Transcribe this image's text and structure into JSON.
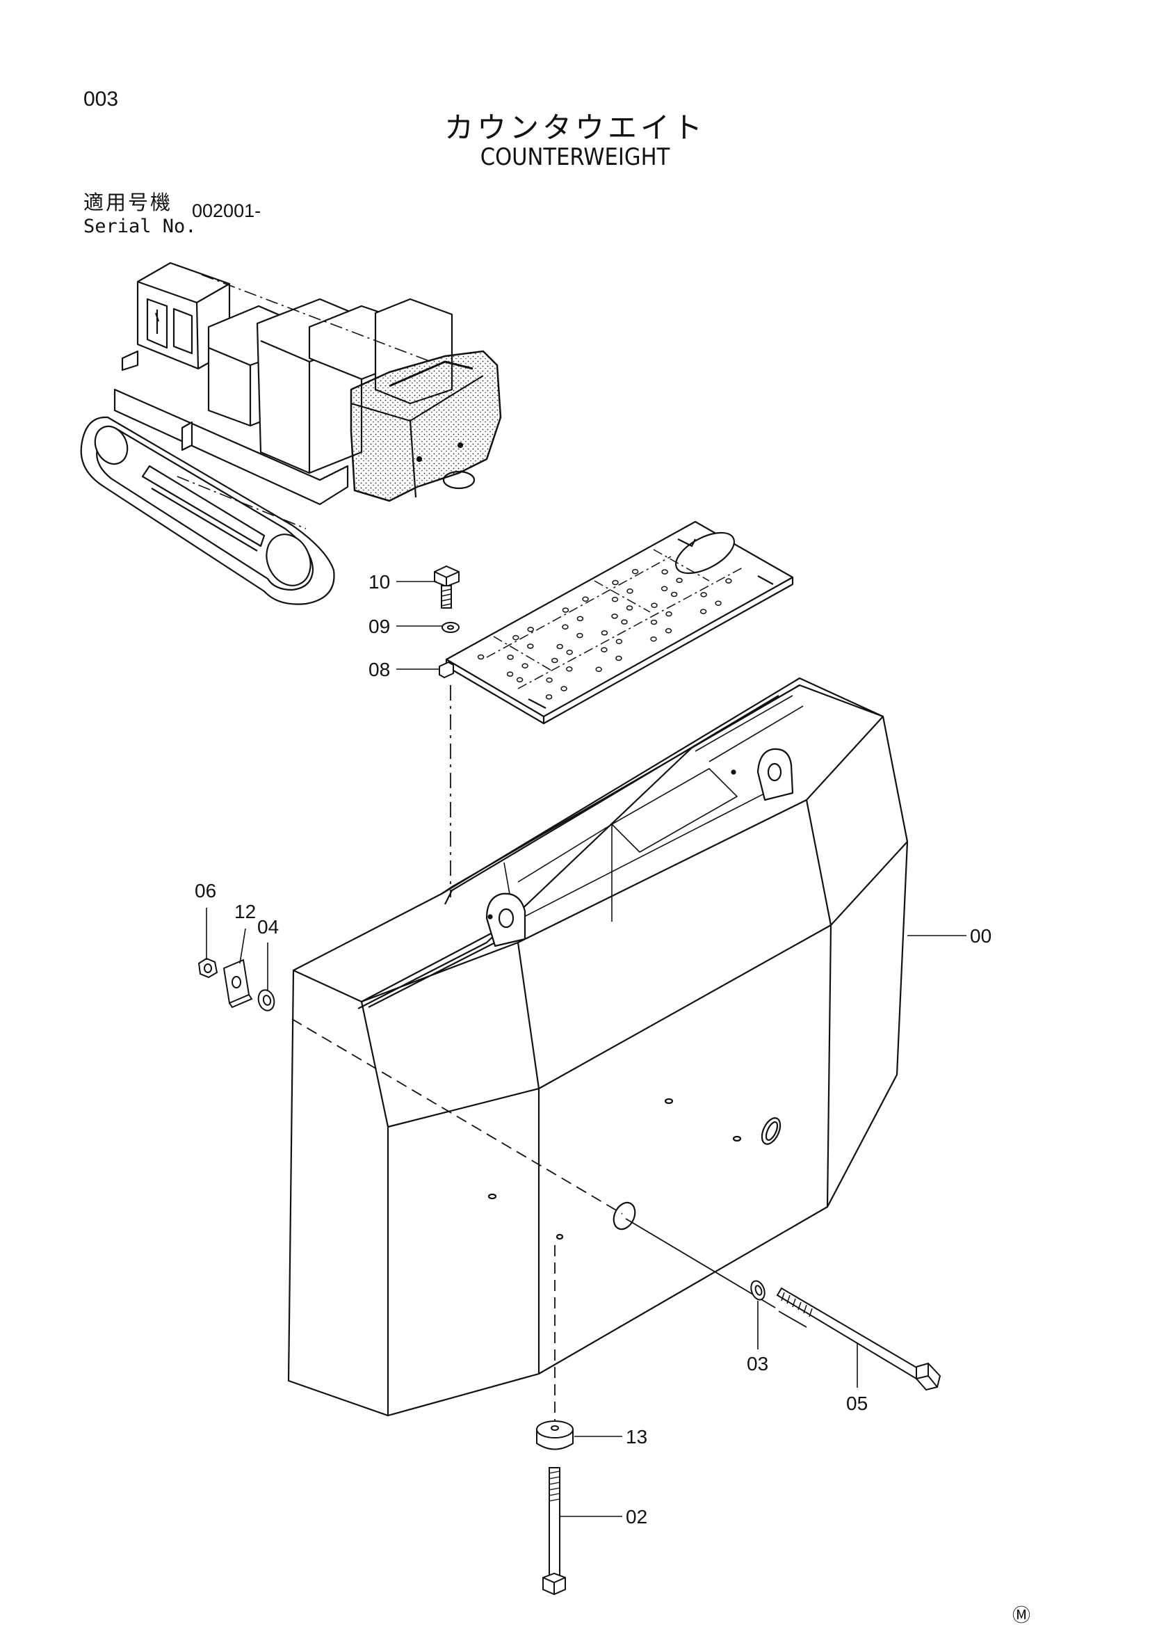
{
  "header": {
    "page_number": "003",
    "title_jp": "カウンタウエイト",
    "title_en": "COUNTERWEIGHT",
    "serial_label_jp": "適用号機",
    "serial_label_en": "Serial No.",
    "serial_value": "002001-"
  },
  "callouts": [
    {
      "id": "c10",
      "label": "10"
    },
    {
      "id": "c09",
      "label": "09"
    },
    {
      "id": "c08",
      "label": "08"
    },
    {
      "id": "c06",
      "label": "06"
    },
    {
      "id": "c12",
      "label": "12"
    },
    {
      "id": "c04",
      "label": "04"
    },
    {
      "id": "c00",
      "label": "00"
    },
    {
      "id": "c03",
      "label": "03"
    },
    {
      "id": "c05",
      "label": "05"
    },
    {
      "id": "c13",
      "label": "13"
    },
    {
      "id": "c02",
      "label": "02"
    }
  ],
  "footer": {
    "mark": "Ⓜ"
  }
}
